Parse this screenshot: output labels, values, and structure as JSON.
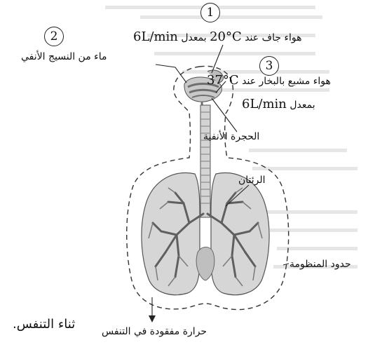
{
  "markers": [
    "1",
    "2",
    "3"
  ],
  "labels": {
    "dry_air_prefix": "هواء جاف عند",
    "dry_air_temp": "20°C",
    "dry_air_rate_word": "بمعدل",
    "dry_air_rate": "6L/min",
    "nasal_water": "ماء من النسيج الأنفي",
    "saturated_air_prefix": "هواء مشبع بالبخار عند",
    "saturated_air_temp": "37°C",
    "saturated_air_rate_word": "بمعدل",
    "saturated_air_rate": "6L/min",
    "nasal_cavity": "الحجرة الأنفية",
    "lungs": "الرئتان",
    "system_boundary": "حدود المنظومة",
    "heat_lost": "حرارة مفقودة في التنفس",
    "caption_fragment": "ثناء التنفس."
  },
  "colors": {
    "tissue_dark": "#6f6f6f",
    "tissue_light": "#c9c9c9",
    "boundary": "#333333"
  }
}
